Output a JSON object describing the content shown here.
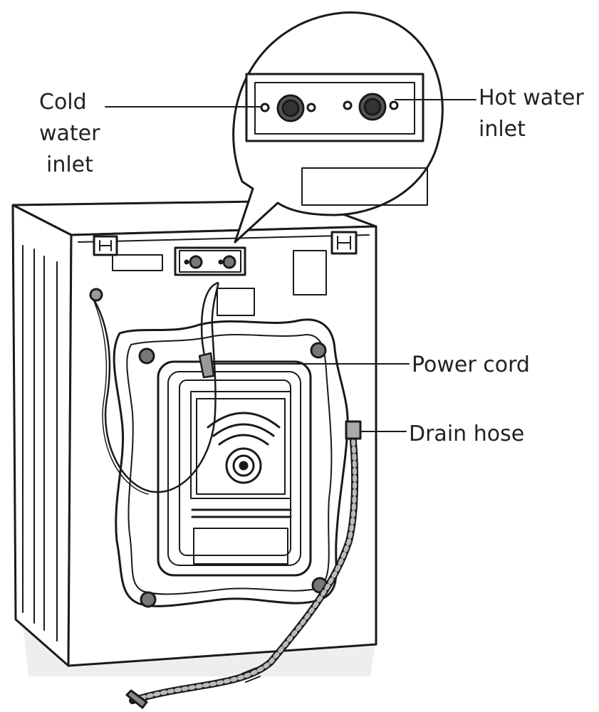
{
  "labels": {
    "cold_water_inlet": [
      "Cold",
      "water",
      "inlet"
    ],
    "hot_water_inlet": [
      "Hot water",
      "inlet"
    ],
    "power_cord": "Power cord",
    "drain_hose": "Drain hose"
  },
  "colors": {
    "line": "#1a1a1a",
    "fill": "#ffffff",
    "shadow": "#e6e6e6"
  }
}
